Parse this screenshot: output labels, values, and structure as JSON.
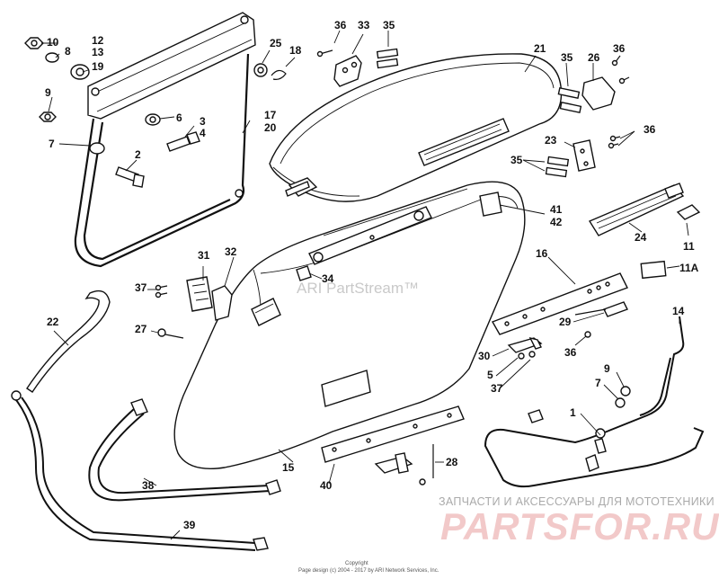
{
  "diagram": {
    "watermark": "ARI PartStream™",
    "copyright_line1": "Copyright",
    "copyright_line2": "Page design (c) 2004 - 2017 by ARI Network Services, Inc.",
    "shop_tagline": "ЗАПЧАСТИ И АКСЕССУАРЫ ДЛЯ МОТОТЕХНИКИ",
    "shop_logo": "PARTSFOR.RU",
    "colors": {
      "line": "#111111",
      "logo": "#f2c9c9",
      "tagline": "#aaaaaa"
    },
    "callouts": [
      {
        "id": "10",
        "text": "10"
      },
      {
        "id": "8",
        "text": "8"
      },
      {
        "id": "12",
        "text": "12"
      },
      {
        "id": "13",
        "text": "13"
      },
      {
        "id": "19",
        "text": "19"
      },
      {
        "id": "25",
        "text": "25"
      },
      {
        "id": "18",
        "text": "18"
      },
      {
        "id": "36a",
        "text": "36"
      },
      {
        "id": "33",
        "text": "33"
      },
      {
        "id": "35a",
        "text": "35"
      },
      {
        "id": "21",
        "text": "21"
      },
      {
        "id": "35b",
        "text": "35"
      },
      {
        "id": "26",
        "text": "26"
      },
      {
        "id": "36b",
        "text": "36"
      },
      {
        "id": "9a",
        "text": "9"
      },
      {
        "id": "6",
        "text": "6"
      },
      {
        "id": "3",
        "text": "3"
      },
      {
        "id": "4",
        "text": "4"
      },
      {
        "id": "17",
        "text": "17"
      },
      {
        "id": "20",
        "text": "20"
      },
      {
        "id": "7a",
        "text": "7"
      },
      {
        "id": "2",
        "text": "2"
      },
      {
        "id": "23",
        "text": "23"
      },
      {
        "id": "36c",
        "text": "36"
      },
      {
        "id": "35c",
        "text": "35"
      },
      {
        "id": "41",
        "text": "41"
      },
      {
        "id": "42",
        "text": "42"
      },
      {
        "id": "24",
        "text": "24"
      },
      {
        "id": "11",
        "text": "11"
      },
      {
        "id": "31",
        "text": "31"
      },
      {
        "id": "32",
        "text": "32"
      },
      {
        "id": "16",
        "text": "16"
      },
      {
        "id": "11A",
        "text": "11A"
      },
      {
        "id": "37a",
        "text": "37"
      },
      {
        "id": "34",
        "text": "34"
      },
      {
        "id": "22",
        "text": "22"
      },
      {
        "id": "29",
        "text": "29"
      },
      {
        "id": "14",
        "text": "14"
      },
      {
        "id": "27",
        "text": "27"
      },
      {
        "id": "30",
        "text": "30"
      },
      {
        "id": "36d",
        "text": "36"
      },
      {
        "id": "5",
        "text": "5"
      },
      {
        "id": "37b",
        "text": "37"
      },
      {
        "id": "9b",
        "text": "9"
      },
      {
        "id": "7b",
        "text": "7"
      },
      {
        "id": "1",
        "text": "1"
      },
      {
        "id": "15",
        "text": "15"
      },
      {
        "id": "28",
        "text": "28"
      },
      {
        "id": "38",
        "text": "38"
      },
      {
        "id": "40",
        "text": "40"
      },
      {
        "id": "39",
        "text": "39"
      }
    ]
  }
}
